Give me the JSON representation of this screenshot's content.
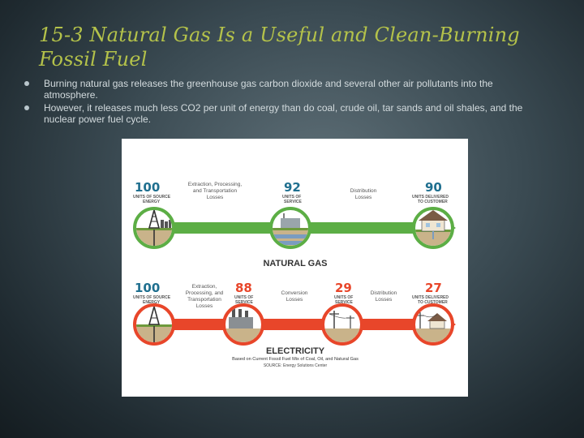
{
  "slide": {
    "title": "15-3 Natural Gas Is a Useful and Clean-Burning Fossil Fuel",
    "bullets": [
      "Burning natural gas releases the greenhouse gas carbon dioxide and several other air pollutants into the atmosphere.",
      "However, it releases much less CO2 per unit of energy than do coal, crude oil, tar sands and oil shales, and the nuclear power fuel cycle."
    ]
  },
  "diagram": {
    "gas": {
      "label": "NATURAL GAS",
      "color": "#5cae45",
      "nodes": [
        {
          "value": "100",
          "caption": [
            "UNITS OF SOURCE",
            "ENERGY"
          ]
        },
        {
          "value": "92",
          "caption": [
            "UNITS OF",
            "SERVICE"
          ]
        },
        {
          "value": "90",
          "caption": [
            "UNITS DELIVERED",
            "TO CUSTOMER"
          ]
        }
      ],
      "losses": [
        [
          "Extraction, Processing,",
          "and Transportation",
          "Losses"
        ],
        [
          "Distribution",
          "Losses"
        ]
      ]
    },
    "electricity": {
      "label": "ELECTRICITY",
      "color": "#e8462a",
      "nodes": [
        {
          "value": "100",
          "caption": [
            "UNITS OF SOURCE",
            "ENERGY"
          ]
        },
        {
          "value": "88",
          "caption": [
            "UNITS OF",
            "SERVICE"
          ]
        },
        {
          "value": "29",
          "caption": [
            "UNITS OF",
            "SERVICE"
          ]
        },
        {
          "value": "27",
          "caption": [
            "UNITS DELIVERED",
            "TO CUSTOMER"
          ]
        }
      ],
      "losses": [
        [
          "Extraction,",
          "Processing, and",
          "Transportation",
          "Losses"
        ],
        [
          "Conversion",
          "Losses"
        ],
        [
          "Distribution",
          "Losses"
        ]
      ]
    },
    "footnote": "Based on Current Fossil Fuel Mix of Coal, Oil, and Natural Gas",
    "source": "SOURCE: Energy Solutions Center",
    "colors": {
      "number": "#1f6f8f",
      "text": "#555555",
      "dark": "#222222"
    }
  }
}
